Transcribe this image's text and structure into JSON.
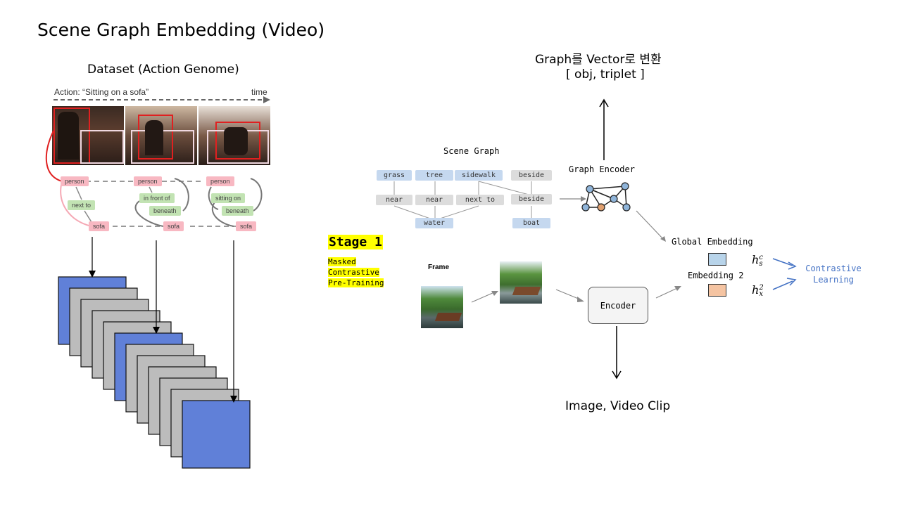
{
  "title": "Scene Graph Embedding (Video)",
  "dataset": {
    "title": "Dataset (Action Genome)",
    "action_label": "Action: “Sitting on a sofa”",
    "time_label": "time",
    "nodes": {
      "person": "person",
      "sofa": "sofa",
      "next_to": "next to",
      "in_front_of": "in front of",
      "beneath": "beneath",
      "sitting_on": "sitting on"
    }
  },
  "output_label": {
    "line1": "Graph를 Vector로 변환",
    "line2": "[ obj, triplet ]"
  },
  "scene_graph": {
    "title": "Scene Graph",
    "top_row": [
      "grass",
      "tree",
      "sidewalk",
      "beside"
    ],
    "mid_row": [
      "near",
      "near",
      "next to",
      "beside"
    ],
    "bottom_row": [
      "water",
      "boat"
    ]
  },
  "graph_encoder_label": "Graph Encoder",
  "stage": {
    "title": "Stage 1",
    "sub": [
      "Masked",
      "Contrastive",
      "Pre-Training"
    ]
  },
  "frame_label": "Frame",
  "encoder_label": "Encoder",
  "embeddings": {
    "global_label": "Global Embedding",
    "embedding2_label": "Embedding 2",
    "hs_label": "h",
    "hs_sub": "s",
    "hs_sup": "c",
    "hx_label": "h",
    "hx_sub": "x",
    "hx_sup": "2"
  },
  "contrastive": {
    "line1": "Contrastive",
    "line2": "Learning"
  },
  "input_label": "Image, Video Clip",
  "colors": {
    "stack_blue": "#6080d8",
    "stack_grey": "#bcbcbc",
    "highlight": "#ffff00",
    "global_emb": "#b8d4ea",
    "emb2": "#f5c4a2",
    "node_blue": "#8fb4d9",
    "node_orange": "#e0a070",
    "contrastive_text": "#4472c4"
  }
}
